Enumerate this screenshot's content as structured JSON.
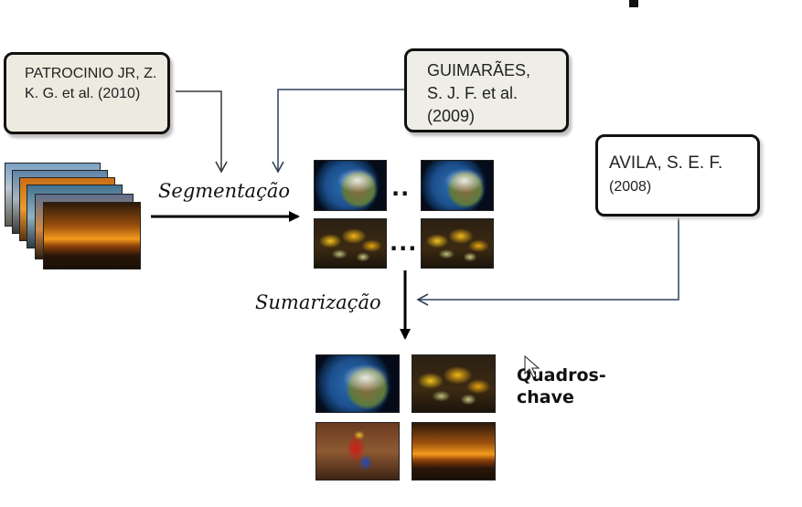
{
  "references": {
    "ref1": {
      "line1": "PATROCINIO JR, Z.",
      "line2": "K. G. et al. (2010)"
    },
    "ref2": {
      "line1": "GUIMARÃES,",
      "line2": "S. J. F. et al.",
      "line3": "(2009)"
    },
    "ref3": {
      "line1": "AVILA, S. E. F.",
      "line2": "(2008)"
    }
  },
  "labels": {
    "segmentation": "Segmentação",
    "summarization": "Sumarização",
    "keyframes": "Quadros-chave"
  },
  "ellipsis": {
    "row1": "..",
    "row2": "..."
  },
  "thumbnails": {
    "input_stack": [
      "sky",
      "city",
      "orange",
      "teal",
      "dusk",
      "sunset"
    ],
    "segments": [
      "earth",
      "earth",
      "leaves",
      "leaves"
    ],
    "keyframes": [
      "earth",
      "leaves",
      "parrot",
      "sunset"
    ]
  }
}
